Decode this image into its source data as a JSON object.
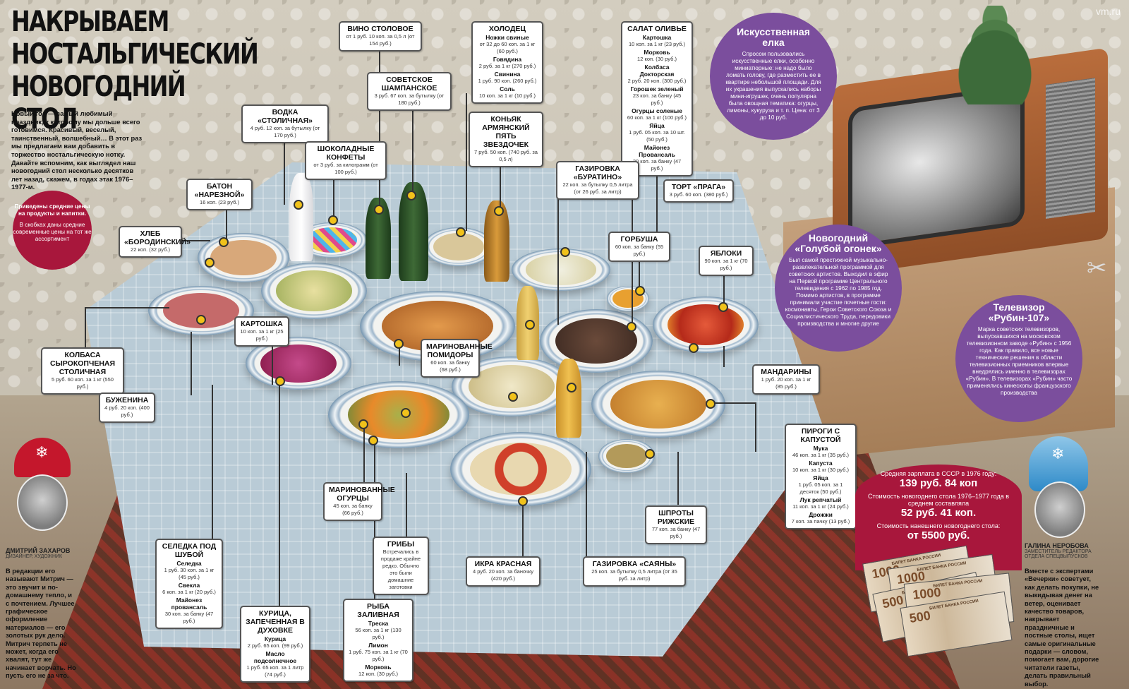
{
  "watermark": "vm.ru",
  "title": [
    "НАКРЫВАЕМ",
    "НОСТАЛЬГИЧЕСКИЙ",
    "НОВОГОДНИЙ СТОЛ"
  ],
  "intro": "Новый год — самый любимый праздник, к которому мы дольше всего готовимся. Красивый, веселый, таинственный, волшебный… В этот раз мы предлагаем вам добавить в торжество ностальгическую нотку. Давайте вспомним, как выглядел наш новогодний стол несколько десятков лет назад, скажем, в годах этак 1976–1977-м.",
  "prices_note": {
    "title": "Приведены средние цены на продукты и напитки.",
    "body": "В скобках даны средние современные цены на тот же ассортимент"
  },
  "callouts": {
    "vino": {
      "title": "ВИНО СТОЛОВОЕ",
      "price": "от 1 руб. 10 коп. за 0,5 л (от 154 руб.)"
    },
    "shampanskoe": {
      "title": "СОВЕТСКОЕ ШАМПАНСКОЕ",
      "price": "3 руб. 67 коп. за бутылку (от 180 руб.)"
    },
    "holodets": {
      "title": "ХОЛОДЕЦ",
      "items": [
        {
          "name": "Ножки свиные",
          "price": "от 32 до 60 коп. за 1 кг (60 руб.)"
        },
        {
          "name": "Говядина",
          "price": "2 руб. за 1 кг (270 руб.)"
        },
        {
          "name": "Свинина",
          "price": "1 руб. 90 коп. (260 руб.)"
        },
        {
          "name": "Соль",
          "price": "10 коп. за 1 кг (10 руб.)"
        }
      ]
    },
    "olivie": {
      "title": "САЛАТ ОЛИВЬЕ",
      "items": [
        {
          "name": "Картошка",
          "price": "10 коп. за 1 кг (23 руб.)"
        },
        {
          "name": "Морковь",
          "price": "12 коп. (30 руб.)"
        },
        {
          "name": "Колбаса Докторская",
          "price": "2 руб. 20 коп. (300 руб.)"
        },
        {
          "name": "Горошек зеленый",
          "price": "23 коп. за банку (45 руб.)"
        },
        {
          "name": "Огурцы соленые",
          "price": "60 коп. за 1 кг (100 руб.)"
        },
        {
          "name": "Яйца",
          "price": "1 руб. 05 коп. за 10 шт. (50 руб.)"
        },
        {
          "name": "Майонез Провансаль",
          "price": "30 коп. за банку (47 руб.)"
        }
      ]
    },
    "vodka": {
      "title": "ВОДКА «СТОЛИЧНАЯ»",
      "price": "4 руб. 12 коп. за бутылку (от 170 руб.)"
    },
    "konyak": {
      "title": "КОНЬЯК АРМЯНСКИЙ ПЯТЬ ЗВЕЗДОЧЕК",
      "price": "7 руб. 50 коп. (740 руб. за 0,5 л)"
    },
    "konfety": {
      "title": "ШОКОЛАДНЫЕ КОНФЕТЫ",
      "price": "от 3 руб. за килограмм (от 100 руб.)"
    },
    "buratino": {
      "title": "ГАЗИРОВКА «БУРАТИНО»",
      "price": "22 коп. за бутылку 0,5 литра (от 26 руб. за литр)"
    },
    "baton": {
      "title": "БАТОН «НАРЕЗНОЙ»",
      "price": "16 коп. (23 руб.)"
    },
    "tort": {
      "title": "ТОРТ «ПРАГА»",
      "price": "3 руб. 60 коп. (380 руб.)"
    },
    "hleb": {
      "title": "ХЛЕБ «БОРОДИНСКИЙ»",
      "price": "22 коп. (32 руб.)"
    },
    "gorbusha": {
      "title": "ГОРБУША",
      "price": "60 коп. за банку (55 руб.)"
    },
    "yabloki": {
      "title": "ЯБЛОКИ",
      "price": "90 коп. за 1 кг (70 руб.)"
    },
    "kartoshka": {
      "title": "КАРТОШКА",
      "price": "10 коп. за 1 кг (25 руб.)"
    },
    "pomidory": {
      "title": "МАРИНОВАННЫЕ ПОМИДОРЫ",
      "price": "60 коп. за банку (68 руб.)"
    },
    "kolbasa": {
      "title": "КОЛБАСА СЫРОКОПЧЕНАЯ СТОЛИЧНАЯ",
      "price": "5 руб. 60 коп. за 1 кг (550 руб.)"
    },
    "mandariny": {
      "title": "МАНДАРИНЫ",
      "price": "1 руб. 20 коп. за 1 кг (85 руб.)"
    },
    "buzhenina": {
      "title": "БУЖЕНИНА",
      "price": "4 руб. 20 коп. (400 руб.)"
    },
    "pirogi": {
      "title": "ПИРОГИ С КАПУСТОЙ",
      "items": [
        {
          "name": "Мука",
          "price": "46 коп. за 1 кг (35 руб.)"
        },
        {
          "name": "Капуста",
          "price": "10 коп. за 1 кг (30 руб.)"
        },
        {
          "name": "Яйца",
          "price": "1 руб. 05 коп. за 1 десяток (50 руб.)"
        },
        {
          "name": "Лук репчатый",
          "price": "11 коп. за 1 кг (24 руб.)"
        },
        {
          "name": "Дрожжи",
          "price": "7 коп. за пачку (13 руб.)"
        }
      ]
    },
    "ogurtsy": {
      "title": "МАРИНОВАННЫЕ ОГУРЦЫ",
      "price": "45 коп. за банку (66 руб.)"
    },
    "shproty": {
      "title": "ШПРОТЫ РИЖСКИЕ",
      "price": "77 коп. за банку (47 руб.)"
    },
    "seledka": {
      "title": "СЕЛЕДКА ПОД ШУБОЙ",
      "items": [
        {
          "name": "Селедка",
          "price": "1 руб. 30 коп. за 1 кг (45 руб.)"
        },
        {
          "name": "Свекла",
          "price": "6 коп. за 1 кг (20 руб.)"
        },
        {
          "name": "Майонез провансаль",
          "price": "30 коп. за банку (47 руб.)"
        }
      ]
    },
    "griby": {
      "title": "ГРИБЫ",
      "note": "Встречались в продаже крайне редко. Обычно это были домашние заготовки"
    },
    "ikra": {
      "title": "ИКРА КРАСНАЯ",
      "price": "4 руб. 20 коп. за баночку (420 руб.)"
    },
    "sayany": {
      "title": "ГАЗИРОВКА «САЯНЫ»",
      "price": "25 коп. за бутылку 0,5 литра (от 35 руб. за литр)"
    },
    "kuritsa": {
      "title": "КУРИЦА, ЗАПЕЧЕННАЯ В ДУХОВКЕ",
      "items": [
        {
          "name": "Курица",
          "price": "2 руб. 65 коп. (99 руб.)"
        },
        {
          "name": "Масло подсолнечное",
          "price": "1 руб. 65 коп. за 1 литр (74 руб.)"
        }
      ]
    },
    "ryba": {
      "title": "РЫБА ЗАЛИВНАЯ",
      "items": [
        {
          "name": "Треска",
          "price": "56 коп. за 1 кг (130 руб.)"
        },
        {
          "name": "Лимон",
          "price": "1 руб. 75 коп. за 1 кг (70 руб.)"
        },
        {
          "name": "Морковь",
          "price": "12 коп. (30 руб.)"
        }
      ]
    }
  },
  "elka": {
    "title": "Искусственная елка",
    "body": "Спросом пользовались искусственные елки, особенно миниатюрные: не надо было ломать голову, где разместить ее в квартире небольшой площади. Для их украшения выпускались наборы мини-игрушек, очень популярна была овощная тематика: огурцы, лимоны, кукуруза и т. п. Цена: от 3 до 10 руб."
  },
  "ogonek": {
    "title": "Новогодний «Голубой огонек»",
    "body": "Был самой престижной музыкально-развлекательной программой для советских артистов. Выходил в эфир на Первой программе Центрального телевидения с 1962 по 1985 год. Помимо артистов, в программе принимали участие почетные гости: космонавты, Герои Советского Союза и Социалистического Труда, передовики производства и многие другие"
  },
  "rubin": {
    "title": "Телевизор «Рубин-107»",
    "body": "Марка советских телевизоров, выпускавшихся на московском телевизионном заводе «Рубин» с 1956 года. Как правило, все новые технические решения в области телевизионных приемников впервые внедрялись именно в телевизорах «Рубин». В телевизорах «Рубин» часто применялись кинескопы французского производства"
  },
  "costs": {
    "salary_label": "Средняя зарплата в СССР в 1976 году:",
    "salary_value": "139 руб. 84 коп",
    "table_label": "Стоимость новогоднего стола 1976–1977 года в среднем составляла",
    "table_value": "52 руб. 41 коп.",
    "now_label": "Стоимость нанешнего новогоднего стола:",
    "now_value": "от 5500 руб."
  },
  "money": {
    "bank": "БИЛЕТ БАНКА РОССИИ",
    "notes": [
      "1000",
      "1000",
      "500",
      "1000",
      "500"
    ]
  },
  "author_left": {
    "name": "ДМИТРИЙ ЗАХАРОВ",
    "role": "ДИЗАЙНЕР, ХУДОЖНИК",
    "text": "В редакции его называют Митрич — это звучит и по-домашнему тепло, и с почтением. Лучшее графическое оформление материалов — его золотых рук дело. Митрич терпеть не может, когда его хвалят, тут же начинает ворчать. Но пусть его не за что."
  },
  "author_right": {
    "name": "ГАЛИНА НЕРОБОВА",
    "role": "ЗАМЕСТИТЕЛЬ РЕДАКТОРА ОТДЕЛА СПЕЦВЫПУСКОВ",
    "text": "Вместе с экспертами «Вечерки» советует, как делать покупки, не выкидывая денег на ветер, оценивает качество товаров, накрывает праздничные и постные столы, ищет самые оригинальные подарки — словом, помогает вам, дорогие читатели газеты, делать правильный выбор."
  },
  "icons": {
    "snowflake": "snowflake-icon",
    "scissors": "scissors-icon"
  },
  "colors": {
    "purple": "#7b4e9d",
    "crimson": "#a8173c",
    "dot": "#f1c21b"
  }
}
